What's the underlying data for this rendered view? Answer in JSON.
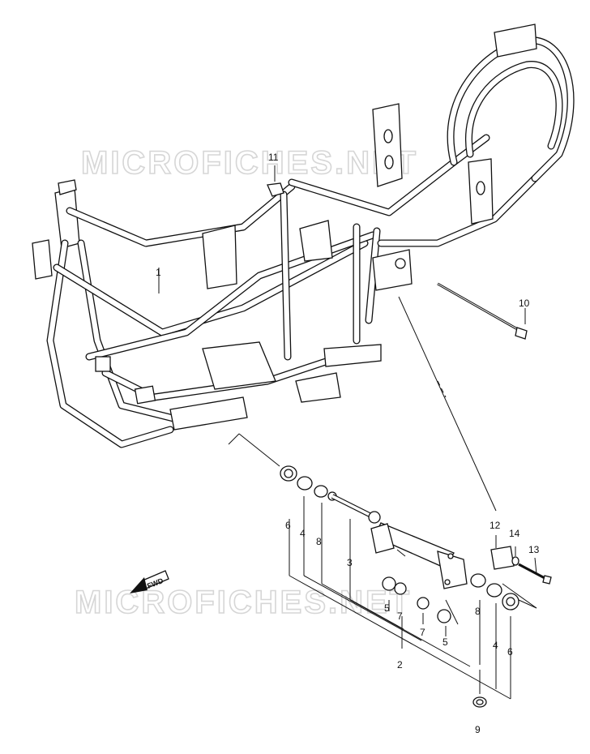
{
  "watermark": {
    "text_top": "MICROFICHES.NET",
    "text_bottom": "MICROFICHES.NET"
  },
  "direction_label": "FWD",
  "callouts": {
    "c1": "1",
    "c2": "2",
    "c3": "3",
    "c4a": "4",
    "c4b": "4",
    "c5a": "5",
    "c5b": "5",
    "c6a": "6",
    "c6b": "6",
    "c7a": "7",
    "c7b": "7",
    "c8a": "8",
    "c8b": "8",
    "c9": "9",
    "c10": "10",
    "c11": "11",
    "c12": "12",
    "c13": "13",
    "c14": "14"
  }
}
